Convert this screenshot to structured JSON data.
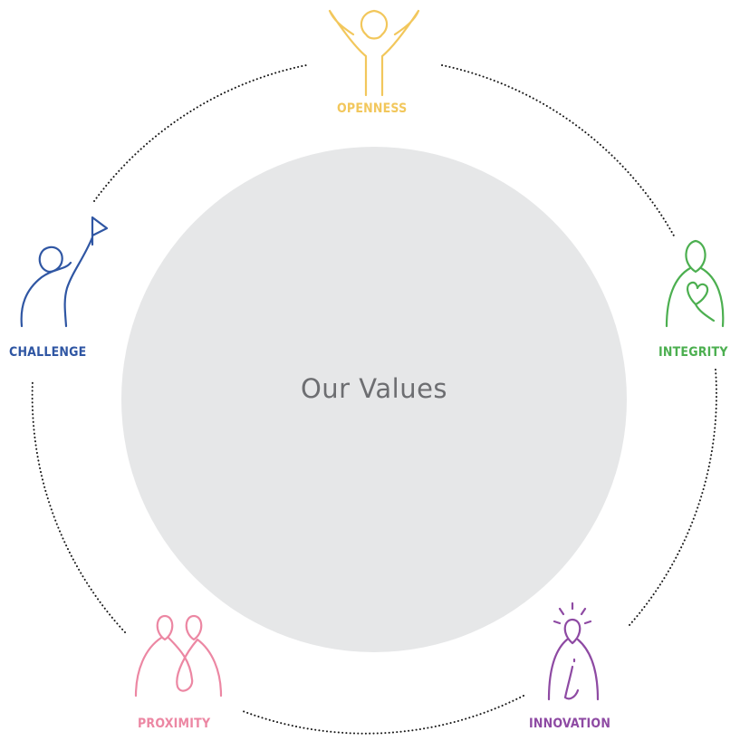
{
  "center": {
    "title": "Our Values"
  },
  "values": {
    "openness": {
      "label": "OPENNESS",
      "color": "#f2c75c",
      "icon": "person-arms-raised-icon"
    },
    "integrity": {
      "label": "INTEGRITY",
      "color": "#4caf50",
      "icon": "person-heart-icon"
    },
    "innovation": {
      "label": "INNOVATION",
      "color": "#8e4aa3",
      "icon": "person-lightbulb-icon"
    },
    "proximity": {
      "label": "PROXIMITY",
      "color": "#ec87a3",
      "icon": "two-people-icon"
    },
    "challenge": {
      "label": "CHALLENGE",
      "color": "#2f56a3",
      "icon": "person-flag-icon"
    }
  },
  "colors": {
    "disc": "#e6e7e8",
    "center_text": "#6d6e71",
    "dotted_ring": "#1a1a1a"
  }
}
